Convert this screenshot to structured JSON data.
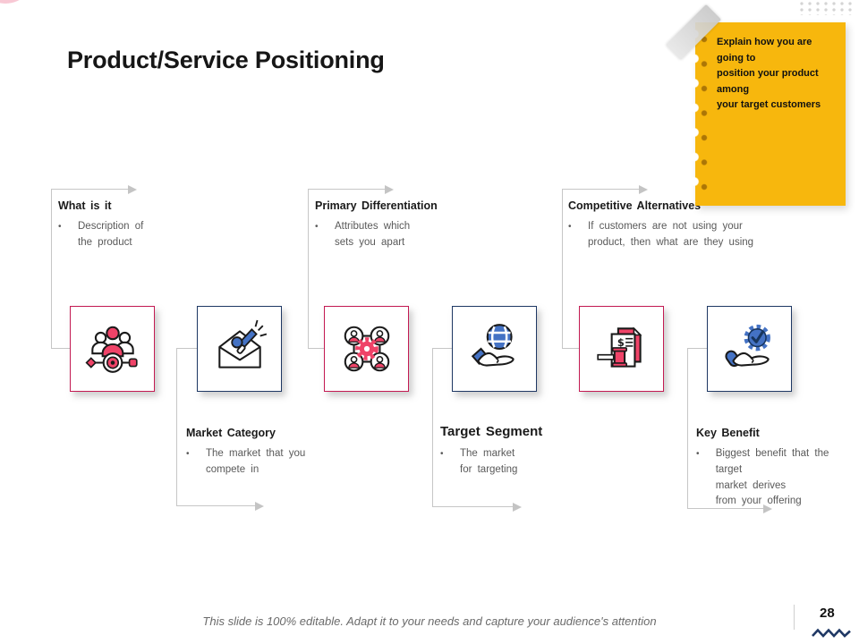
{
  "slide": {
    "title": "Product/Service Positioning",
    "footer": "This slide is 100% editable. Adapt it to your needs and capture your audience's attention",
    "page_number": "28",
    "bullet_char": "•"
  },
  "note": {
    "lines": [
      "Explain how you are going to",
      "position your product among",
      "your target customers"
    ],
    "bg_color": "#F7B70D"
  },
  "sections": [
    {
      "title": "What is it",
      "lines": [
        "Description of",
        "the product"
      ],
      "icon": "audience-target-icon",
      "accent": "crimson",
      "row": "top"
    },
    {
      "title": "Market Category",
      "lines": [
        "The market that you",
        "compete in"
      ],
      "icon": "envelope-megaphone-icon",
      "accent": "navy",
      "row": "bottom"
    },
    {
      "title": "Primary Differentiation",
      "lines": [
        "Attributes which",
        "sets you apart"
      ],
      "icon": "network-gear-icon",
      "accent": "crimson",
      "row": "top"
    },
    {
      "title": "Target Segment",
      "lines": [
        "The market",
        "for targeting"
      ],
      "icon": "hand-globe-icon",
      "accent": "navy",
      "row": "bottom"
    },
    {
      "title": "Competitive Alternatives",
      "lines": [
        "If customers are not using your",
        "product, then what are they using"
      ],
      "icon": "document-gavel-icon",
      "accent": "crimson",
      "row": "top"
    },
    {
      "title": "Key Benefit",
      "lines": [
        "Biggest benefit that the target",
        "market derives",
        "from your offering"
      ],
      "icon": "hand-gear-icon",
      "accent": "navy",
      "row": "bottom"
    }
  ],
  "colors": {
    "crimson": "#C31A52",
    "pink": "#EF4368",
    "navy": "#1F3864",
    "blue": "#4472C4",
    "yellow": "#F7B70D",
    "pink_ring": "#F8C8D4",
    "line_gray": "#C6C6C6",
    "text_gray": "#595959"
  }
}
